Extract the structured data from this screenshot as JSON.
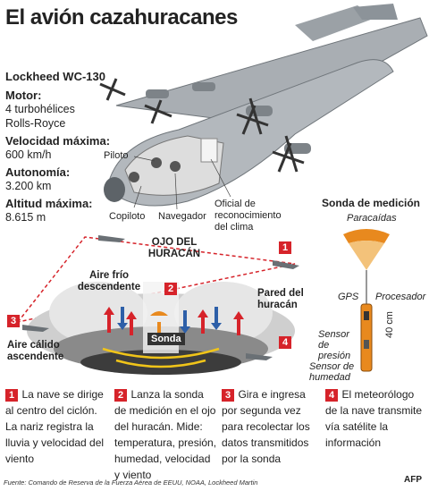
{
  "title": "El avión cazahuracanes",
  "specs": [
    {
      "heading": "Lockheed WC-130",
      "value": ""
    },
    {
      "heading": "Motor:",
      "value": "4 turbohélices Rolls-Royce"
    },
    {
      "heading": "Velocidad máxima:",
      "value": "600 km/h"
    },
    {
      "heading": "Autonomía:",
      "value": "3.200 km"
    },
    {
      "heading": "Altitud máxima:",
      "value": "8.615 m"
    }
  ],
  "plane_labels": {
    "pilot": "Piloto",
    "copilot": "Copiloto",
    "navigator": "Navegador",
    "weather_officer": "Oficial de reconocimiento del clima"
  },
  "hurricane_labels": {
    "eye": "OJO DEL HURACÁN",
    "cold_air": "Aire frío descendente",
    "warm_air": "Aire cálido ascendente",
    "wall": "Pared del huracán",
    "probe": "Sonda"
  },
  "probe": {
    "title": "Sonda de medición",
    "parachute": "Paracaídas",
    "gps": "GPS",
    "processor": "Procesador",
    "pressure_sensor": "Sensor de presión",
    "humidity_sensor": "Sensor de humedad",
    "length": "40 cm"
  },
  "markers": [
    "1",
    "2",
    "3",
    "4"
  ],
  "steps": [
    {
      "num": "1",
      "text": "La nave se dirige al centro del ciclón. La nariz registra la lluvia y velocidad del viento"
    },
    {
      "num": "2",
      "text": "Lanza la sonda de medición en el ojo del huracán. Mide: temperatura, presión, humedad, velocidad y viento"
    },
    {
      "num": "3",
      "text": "Gira e ingresa por segunda vez para recolectar los datos transmitidos por la sonda"
    },
    {
      "num": "4",
      "text": "El meteorólogo de la nave transmite vía satélite la información"
    }
  ],
  "source": "Fuente: Comando de Reserva de la Fuerza Aérea de EEUU, NOAA, Lockheed Martin",
  "agency": "AFP",
  "colors": {
    "accent_red": "#d6232a",
    "plane_gray": "#8c9399",
    "probe_orange": "#e8891e",
    "cold_blue": "#2d5fa8"
  }
}
